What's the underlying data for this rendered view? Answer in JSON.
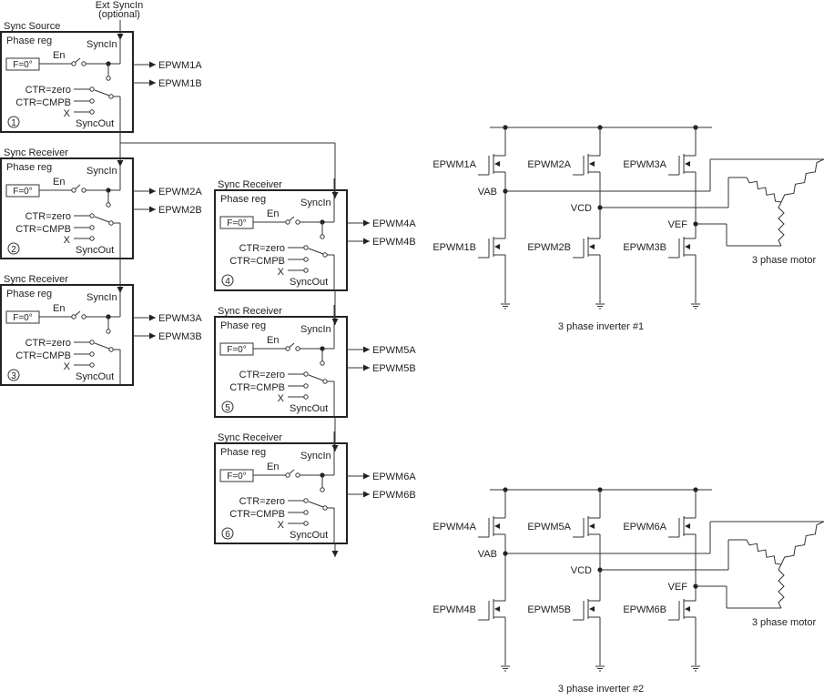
{
  "ext_sync": {
    "line1": "Ext SyncIn",
    "line2": "(optional)"
  },
  "modules": [
    {
      "id": 1,
      "title": "Sync Source",
      "phase_reg": "Phase reg",
      "phase_value": "F=0°",
      "en": "En",
      "syncin": "SyncIn",
      "ctr_zero": "CTR=zero",
      "ctr_cmpb": "CTR=CMPB",
      "x": "X",
      "syncout": "SyncOut",
      "index": "1",
      "out_a": "EPWM1A",
      "out_b": "EPWM1B"
    },
    {
      "id": 2,
      "title": "Sync Receiver",
      "phase_reg": "Phase reg",
      "phase_value": "F=0°",
      "en": "En",
      "syncin": "SyncIn",
      "ctr_zero": "CTR=zero",
      "ctr_cmpb": "CTR=CMPB",
      "x": "X",
      "syncout": "SyncOut",
      "index": "2",
      "out_a": "EPWM2A",
      "out_b": "EPWM2B"
    },
    {
      "id": 3,
      "title": "Sync Receiver",
      "phase_reg": "Phase reg",
      "phase_value": "F=0°",
      "en": "En",
      "syncin": "SyncIn",
      "ctr_zero": "CTR=zero",
      "ctr_cmpb": "CTR=CMPB",
      "x": "X",
      "syncout": "SyncOut",
      "index": "3",
      "out_a": "EPWM3A",
      "out_b": "EPWM3B"
    },
    {
      "id": 4,
      "title": "Sync Receiver",
      "phase_reg": "Phase reg",
      "phase_value": "F=0°",
      "en": "En",
      "syncin": "SyncIn",
      "ctr_zero": "CTR=zero",
      "ctr_cmpb": "CTR=CMPB",
      "x": "X",
      "syncout": "SyncOut",
      "index": "4",
      "out_a": "EPWM4A",
      "out_b": "EPWM4B"
    },
    {
      "id": 5,
      "title": "Sync Receiver",
      "phase_reg": "Phase reg",
      "phase_value": "F=0°",
      "en": "En",
      "syncin": "SyncIn",
      "ctr_zero": "CTR=zero",
      "ctr_cmpb": "CTR=CMPB",
      "x": "X",
      "syncout": "SyncOut",
      "index": "5",
      "out_a": "EPWM5A",
      "out_b": "EPWM5B"
    },
    {
      "id": 6,
      "title": "Sync Receiver",
      "phase_reg": "Phase reg",
      "phase_value": "F=0°",
      "en": "En",
      "syncin": "SyncIn",
      "ctr_zero": "CTR=zero",
      "ctr_cmpb": "CTR=CMPB",
      "x": "X",
      "syncout": "SyncOut",
      "index": "6",
      "out_a": "EPWM6A",
      "out_b": "EPWM6B"
    }
  ],
  "inverters": [
    {
      "id": 1,
      "caption": "3 phase inverter #1",
      "motor": "3 phase motor",
      "nodes": [
        "VAB",
        "VCD",
        "VEF"
      ],
      "top_gates": [
        "EPWM1A",
        "EPWM2A",
        "EPWM3A"
      ],
      "bottom_gates": [
        "EPWM1B",
        "EPWM2B",
        "EPWM3B"
      ]
    },
    {
      "id": 2,
      "caption": "3 phase inverter #2",
      "motor": "3 phase motor",
      "nodes": [
        "VAB",
        "VCD",
        "VEF"
      ],
      "top_gates": [
        "EPWM4A",
        "EPWM5A",
        "EPWM6A"
      ],
      "bottom_gates": [
        "EPWM4B",
        "EPWM5B",
        "EPWM6B"
      ]
    }
  ]
}
